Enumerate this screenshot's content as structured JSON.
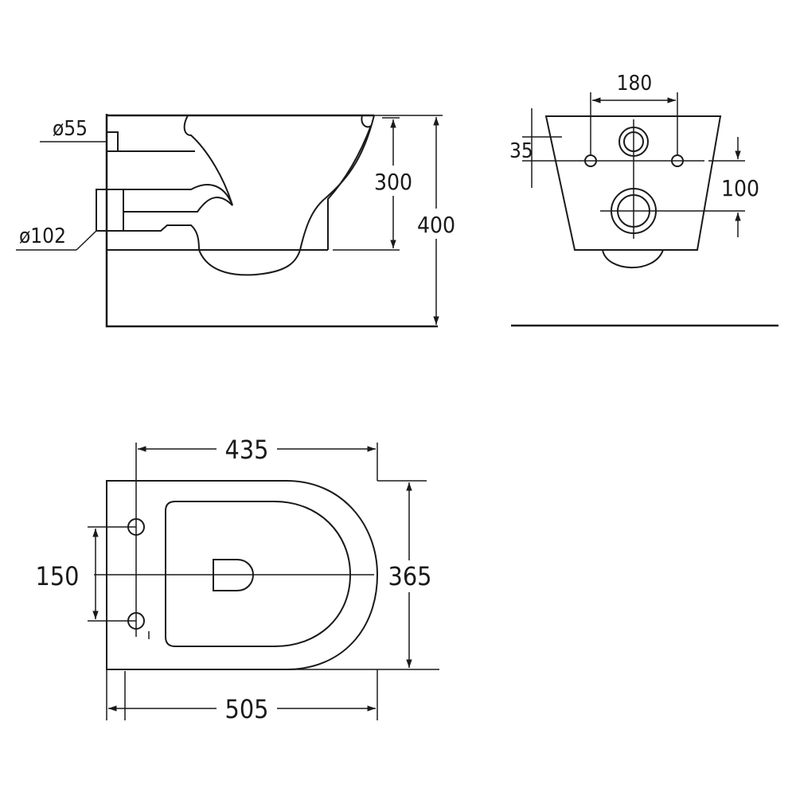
{
  "side_view": {
    "pipe_small_label": "ø55",
    "pipe_large_label": "ø102",
    "height_outlet_label": "300",
    "height_total_label": "400"
  },
  "rear_view": {
    "bolt_spacing_label": "180",
    "bolt_offset_label": "35",
    "outlet_offset_label": "100"
  },
  "top_view": {
    "inner_length_label": "435",
    "hole_spacing_label": "150",
    "width_label": "365",
    "total_length_label": "505"
  }
}
